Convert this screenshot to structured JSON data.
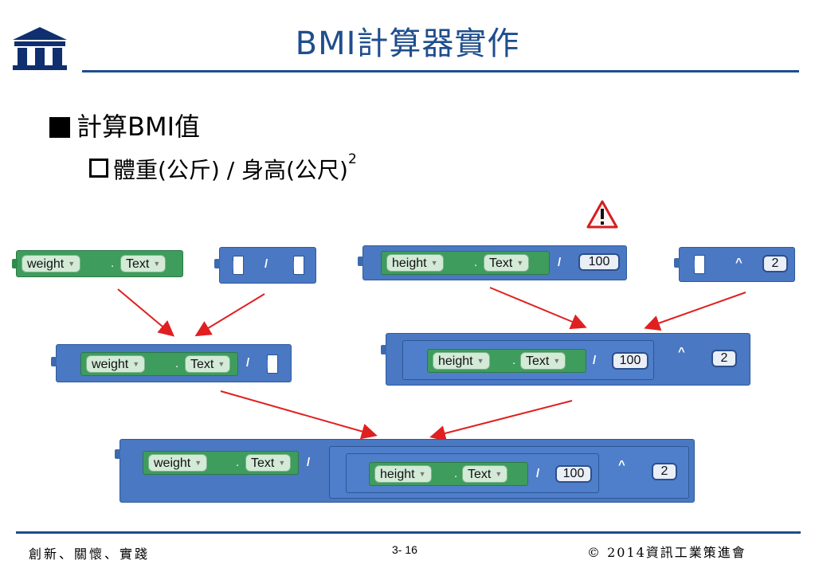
{
  "slide": {
    "title": "BMI計算器實作",
    "bullet1": "計算BMI值",
    "bullet2": "體重(公斤) / 身高(公尺)",
    "bullet2_sup": "2"
  },
  "blocks": {
    "weight_label": "weight",
    "height_label": "height",
    "text_label": "Text",
    "dot": ".",
    "div_op": "/",
    "pow_op": "^",
    "num_100": "100",
    "num_2": "2"
  },
  "footer": {
    "left": "創新、關懷、實踐",
    "page": "3- 16",
    "right": "© 2014資訊工業策進會"
  },
  "colors": {
    "title": "#1f4e8c",
    "math_block": "#4a78c2",
    "text_block": "#3e9c5c",
    "arrow": "#e02020",
    "warning": "#d41e1e"
  },
  "icons": [
    "logo-icon",
    "warning-icon",
    "dropdown-icon"
  ]
}
